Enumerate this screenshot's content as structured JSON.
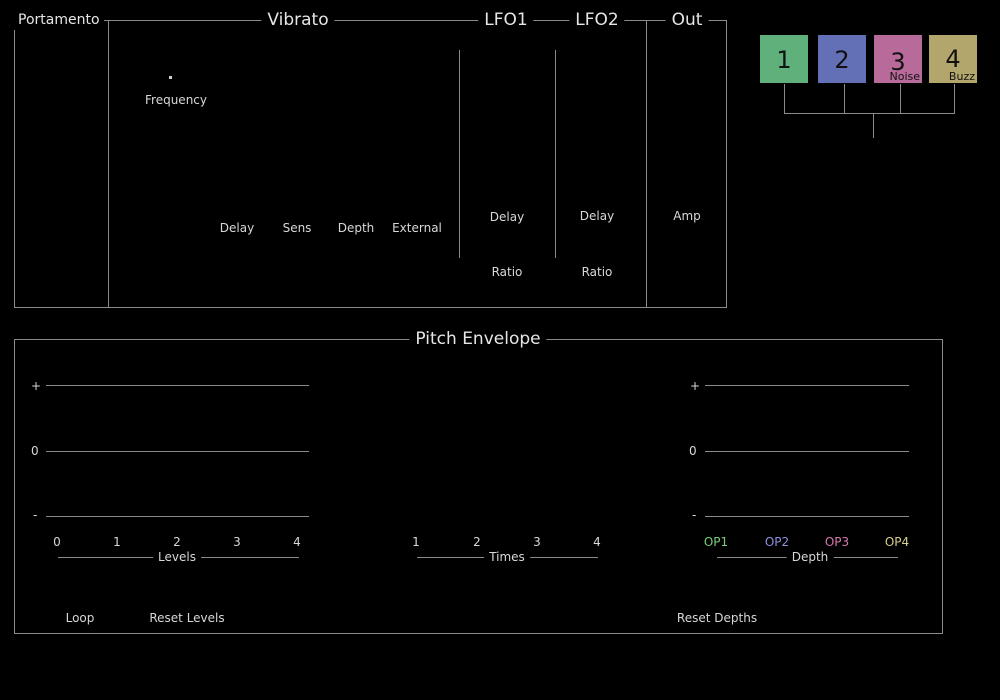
{
  "sections": {
    "portamento": "Portamento",
    "vibrato": "Vibrato",
    "lfo1": "LFO1",
    "lfo2": "LFO2",
    "out": "Out",
    "pitch_envelope": "Pitch Envelope"
  },
  "vibrato": {
    "frequency": "Frequency",
    "delay": "Delay",
    "sens": "Sens",
    "depth": "Depth",
    "external": "External"
  },
  "lfo1": {
    "delay": "Delay",
    "ratio": "Ratio"
  },
  "lfo2": {
    "delay": "Delay",
    "ratio": "Ratio"
  },
  "out": {
    "amp": "Amp"
  },
  "operators": [
    {
      "number": "1",
      "sub": "",
      "color": "#5fb07a"
    },
    {
      "number": "2",
      "sub": "",
      "color": "#6470b6"
    },
    {
      "number": "3",
      "sub": "Noise",
      "color": "#b86a9a"
    },
    {
      "number": "4",
      "sub": "Buzz",
      "color": "#b3a66c"
    }
  ],
  "envelope": {
    "levels_graph": {
      "plus": "+",
      "zero": "0",
      "minus": "-"
    },
    "levels": {
      "ticks": [
        "0",
        "1",
        "2",
        "3",
        "4"
      ],
      "caption": "Levels"
    },
    "times": {
      "ticks": [
        "1",
        "2",
        "3",
        "4"
      ],
      "caption": "Times"
    },
    "depth_graph": {
      "plus": "+",
      "zero": "0",
      "minus": "-"
    },
    "depth": {
      "ops": [
        {
          "label": "OP1",
          "color": "#7bcf7b"
        },
        {
          "label": "OP2",
          "color": "#8f8fe0"
        },
        {
          "label": "OP3",
          "color": "#d77ab0"
        },
        {
          "label": "OP4",
          "color": "#d8cf8a"
        }
      ],
      "caption": "Depth"
    },
    "loop": "Loop",
    "reset_levels": "Reset Levels",
    "reset_depths": "Reset Depths"
  }
}
